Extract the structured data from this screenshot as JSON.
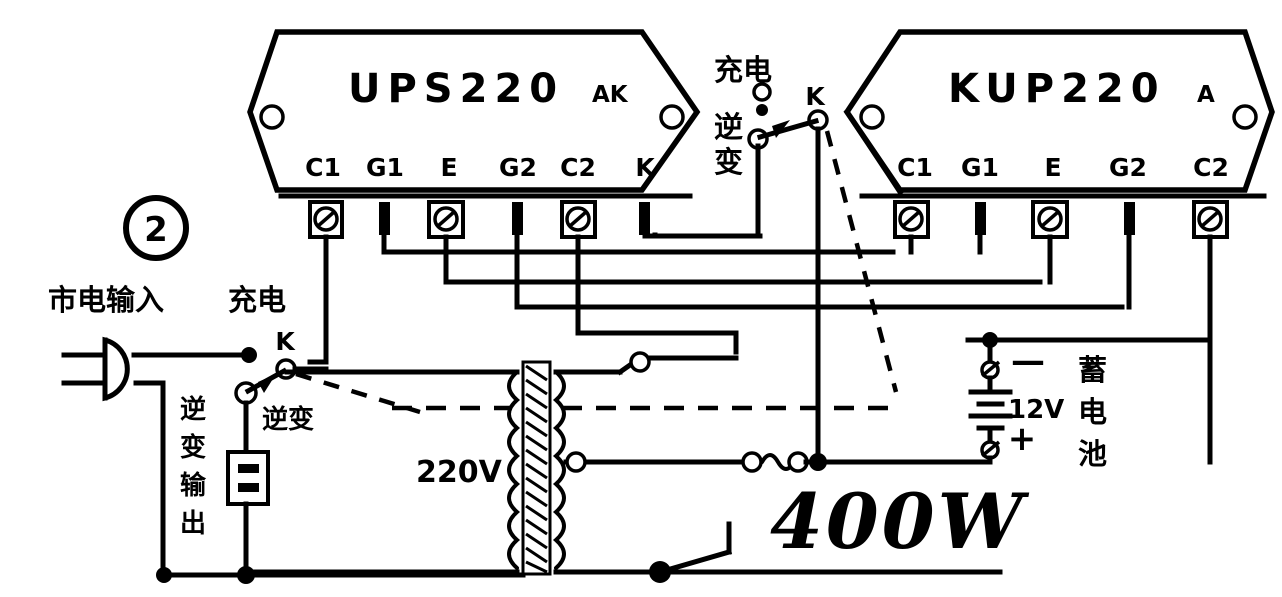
{
  "figure": {
    "number": "2",
    "power_rating": "400W"
  },
  "modules": [
    {
      "id": "left-module",
      "title": "UPS220",
      "suffix": "AK",
      "pins": [
        "C1",
        "G1",
        "E",
        "G2",
        "C2",
        "K"
      ]
    },
    {
      "id": "right-module",
      "title": "KUP220",
      "suffix": "A",
      "pins": [
        "C1",
        "G1",
        "E",
        "G2",
        "C2"
      ]
    }
  ],
  "labels": {
    "mains_input": "市电输入",
    "charge_left": "充电",
    "inverter_left": "逆变",
    "inverter_output": "逆变输出",
    "charge_center": "充电",
    "inverter_center": "逆变",
    "switch_k_left": "K",
    "switch_k_center": "K",
    "transformer_primary": "220V",
    "battery_voltage": "12V",
    "battery_negative": "—",
    "battery_positive": "+",
    "battery_name": "蓄电池"
  },
  "colors": {
    "ink": "#000000",
    "background": "#ffffff"
  }
}
